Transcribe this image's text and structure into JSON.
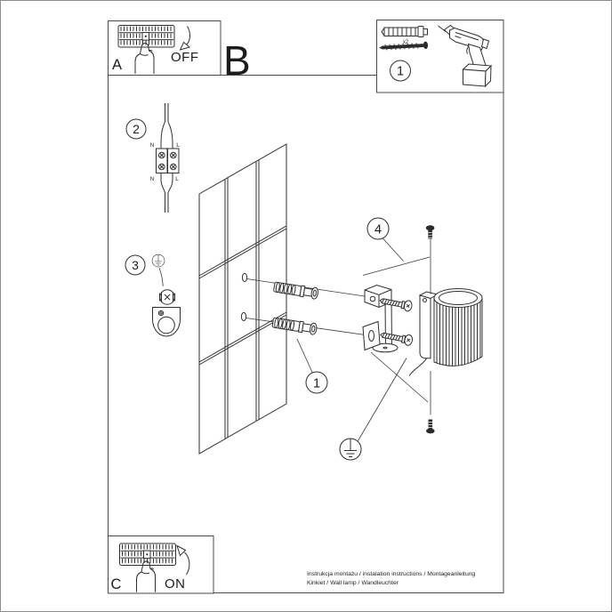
{
  "steps": {
    "a": {
      "label": "A",
      "action": "OFF"
    },
    "b": {
      "label": "B"
    },
    "c": {
      "label": "C",
      "action": "ON"
    }
  },
  "parts_box": {
    "badge": "1",
    "plug_quantity": "x2"
  },
  "badges": {
    "wiring": "2",
    "ground": "3",
    "kit": "4",
    "wall_plug": "1"
  },
  "wiring_labels": {
    "in_n": "N",
    "in_l": "L",
    "out_n": "N",
    "out_l": "L"
  },
  "footer": {
    "line1": "Instrukcja montażu / instalation instructions / Montageanleitung",
    "line2": "Kinkiet / Wall lamp / Wandleuchter"
  },
  "icons": {
    "breaker_panel": "breaker-panel-icon",
    "pressing_hand": "hand-press-icon",
    "arrow_down": "arrow-down-icon",
    "arrow_up": "arrow-up-icon",
    "wall_plug": "wall-plug-icon",
    "screw": "screw-icon",
    "drill": "drill-icon",
    "ground": "ground-symbol-icon",
    "terminal_block": "terminal-block-icon"
  },
  "colors": {
    "background": "#ffffff",
    "line": "#2f2f2f",
    "dark_fill": "#2b2b2b",
    "page_border": "#8f8f8f",
    "box_border": "#4a4a4a"
  }
}
